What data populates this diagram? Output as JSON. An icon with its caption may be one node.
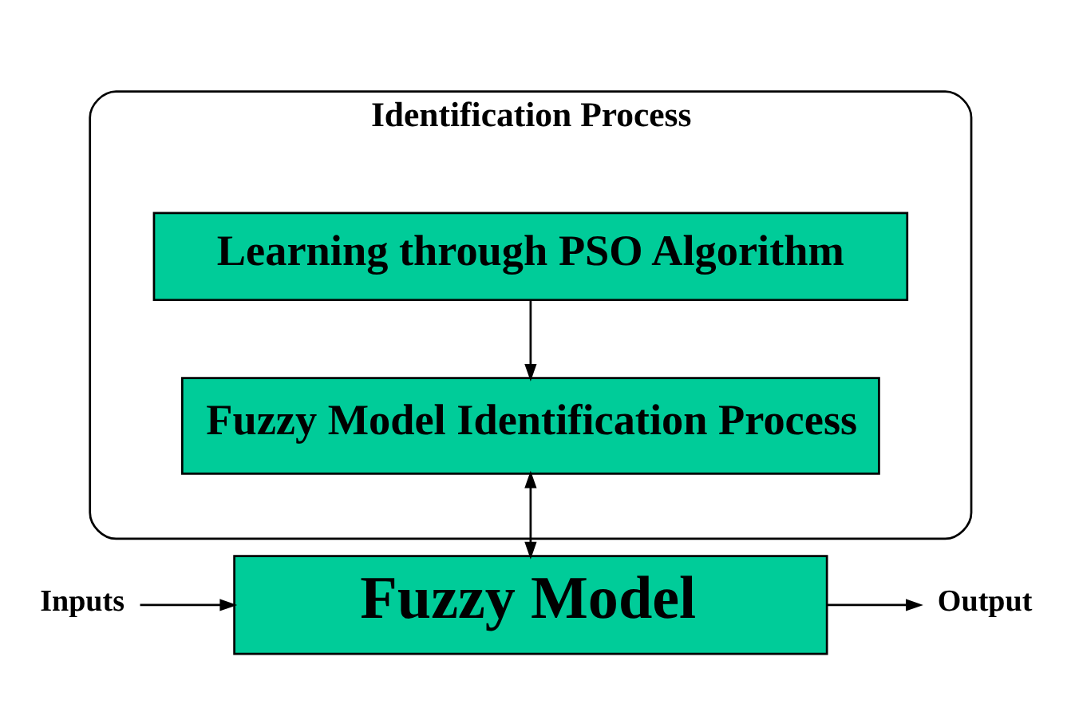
{
  "diagram": {
    "nodes": [
      {
        "text": [
          "Identification Process"
        ]
      },
      {
        "text": [
          "Learning through PSO Algorithm"
        ],
        "in": 0
      },
      {
        "text": [
          "Fuzzy Model Identification Process"
        ],
        "in": 0
      },
      {
        "text": [
          "Fuzzy Model"
        ]
      },
      {
        "text": [
          "Inputs"
        ]
      },
      {
        "text": [
          "Output"
        ]
      }
    ],
    "edges": [
      {
        "from": 1,
        "to": 2,
        "arrow": "to"
      },
      {
        "from": 2,
        "to": 3,
        "arrow": "both"
      },
      {
        "from": 4,
        "to": 3,
        "arrow": "to"
      },
      {
        "from": 3,
        "to": 5,
        "arrow": "to"
      }
    ]
  }
}
